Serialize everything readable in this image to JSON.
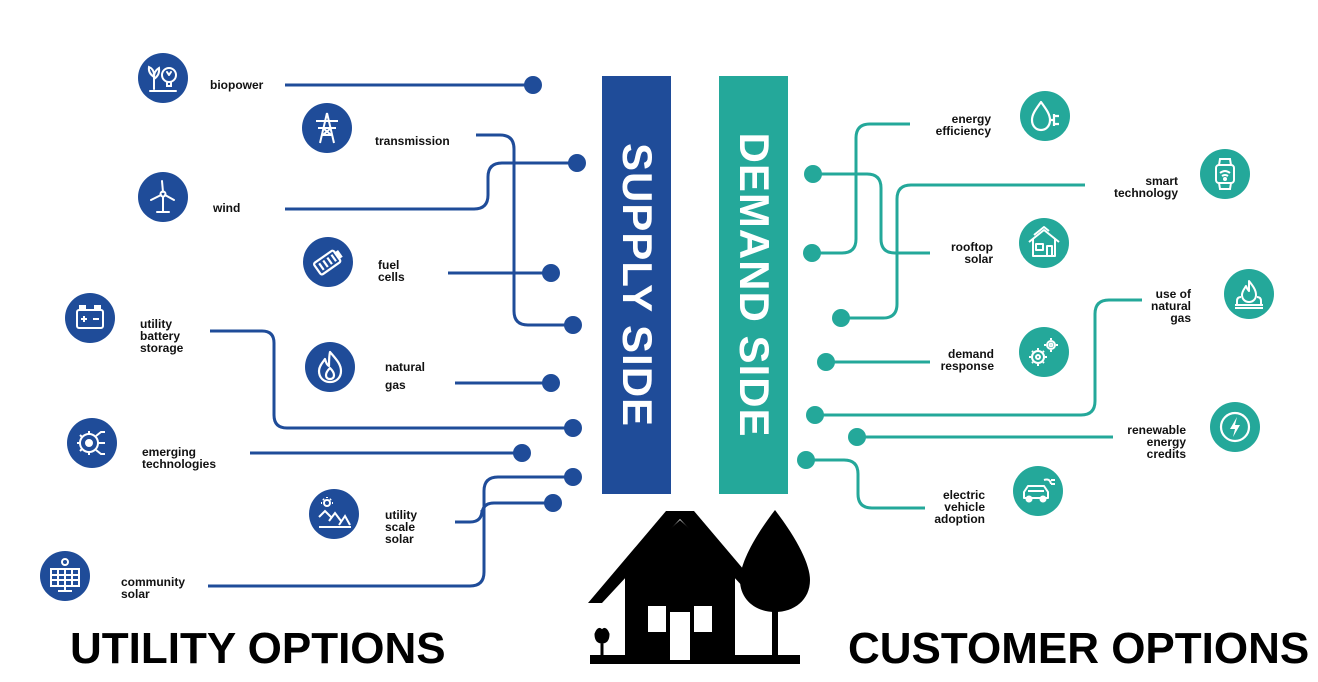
{
  "colors": {
    "supply": "#1f4c99",
    "demand": "#24a89a",
    "text": "#111111",
    "house": "#000000"
  },
  "supply_bar_label": "SUPPLY SIDE",
  "demand_bar_label": "DEMAND SIDE",
  "headings": {
    "left": "UTILITY OPTIONS",
    "right": "CUSTOMER OPTIONS"
  },
  "utility_options": [
    {
      "key": "biopower",
      "label": "biopower",
      "icon": "plant-bulb-icon"
    },
    {
      "key": "transmission",
      "label": "transmission",
      "icon": "transmission-tower-icon"
    },
    {
      "key": "wind",
      "label": "wind",
      "icon": "wind-turbine-icon"
    },
    {
      "key": "fuel_cells",
      "label": "fuel\ncells",
      "icon": "battery-icon"
    },
    {
      "key": "utility_battery_storage",
      "label": "utility\nbattery\nstorage",
      "icon": "car-battery-icon"
    },
    {
      "key": "natural_gas",
      "label": "natural\ngas",
      "icon": "flame-icon"
    },
    {
      "key": "emerging_technologies",
      "label": "emerging\ntechnologies",
      "icon": "gear-circuit-icon"
    },
    {
      "key": "utility_scale_solar",
      "label": "utility\nscale\nsolar",
      "icon": "solar-farm-icon"
    },
    {
      "key": "community_solar",
      "label": "community\nsolar",
      "icon": "solar-panel-icon"
    }
  ],
  "customer_options": [
    {
      "key": "energy_efficiency",
      "label": "energy\nefficiency",
      "icon": "drop-plug-icon"
    },
    {
      "key": "smart_technology",
      "label": "smart\ntechnology",
      "icon": "smartwatch-icon"
    },
    {
      "key": "rooftop_solar",
      "label": "rooftop\nsolar",
      "icon": "rooftop-house-icon"
    },
    {
      "key": "use_of_natural_gas",
      "label": "use of\nnatural\ngas",
      "icon": "gas-burner-icon"
    },
    {
      "key": "demand_response",
      "label": "demand\nresponse",
      "icon": "gears-icon"
    },
    {
      "key": "renewable_energy_credits",
      "label": "renewable\nenergy\ncredits",
      "icon": "lightning-circle-icon"
    },
    {
      "key": "electric_vehicle_adoption",
      "label": "electric\nvehicle\nadoption",
      "icon": "electric-car-icon"
    }
  ]
}
